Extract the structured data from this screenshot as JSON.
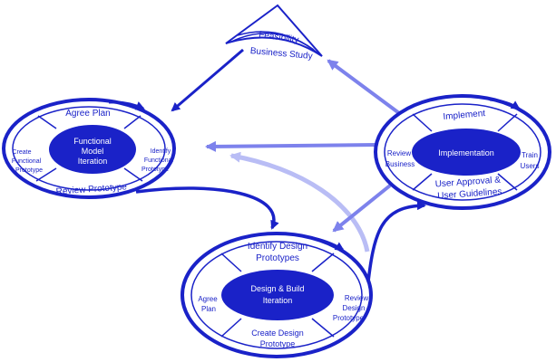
{
  "colors": {
    "primary": "#1a22c8",
    "light_arrow": "#7d82ec",
    "faint_arrow": "#b9bdf5",
    "hub_text": "#ffffff",
    "background": "#ffffff"
  },
  "feasibility": {
    "line1": "Feasibility",
    "line2": "Business Study"
  },
  "functional_model": {
    "hub_line1": "Functional",
    "hub_line2": "Model",
    "hub_line3": "Iteration",
    "top": "Agree Plan",
    "bottom": "Review Prototype",
    "left_line1": "Create",
    "left_line2": "Functional",
    "left_line3": "Prototype",
    "right_line1": "Identify",
    "right_line2": "Functional",
    "right_line3": "Prototype"
  },
  "implementation": {
    "hub": "Implementation",
    "top": "Implement",
    "left_line1": "Review",
    "left_line2": "Business",
    "right_line1": "Train",
    "right_line2": "Users",
    "bottom_line1": "User Approval &",
    "bottom_line2": "User Guidelines"
  },
  "design_build": {
    "hub_line1": "Design & Build",
    "hub_line2": "Iteration",
    "top_line1": "Identify Design",
    "top_line2": "Prototypes",
    "left_line1": "Agree",
    "left_line2": "Plan",
    "right_line1": "Review",
    "right_line2": "Design",
    "right_line3": "Prototype",
    "bottom_line1": "Create Design",
    "bottom_line2": "Prototype"
  }
}
